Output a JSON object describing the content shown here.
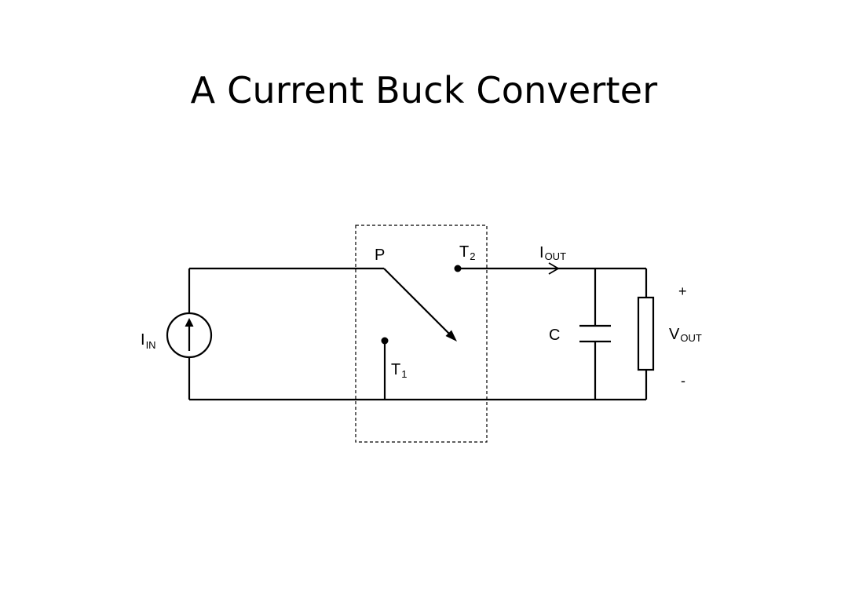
{
  "slide": {
    "title": "A Current Buck Converter"
  },
  "labels": {
    "input_current": {
      "main": "I",
      "sub": "IN"
    },
    "output_current": {
      "main": "I",
      "sub": "OUT"
    },
    "output_voltage": {
      "main": "V",
      "sub": "OUT"
    },
    "pole": "P",
    "throw_1": {
      "main": "T",
      "sub": "1"
    },
    "throw_2": {
      "main": "T",
      "sub": "2"
    },
    "capacitor": "C",
    "plus": "+",
    "minus": "-"
  }
}
